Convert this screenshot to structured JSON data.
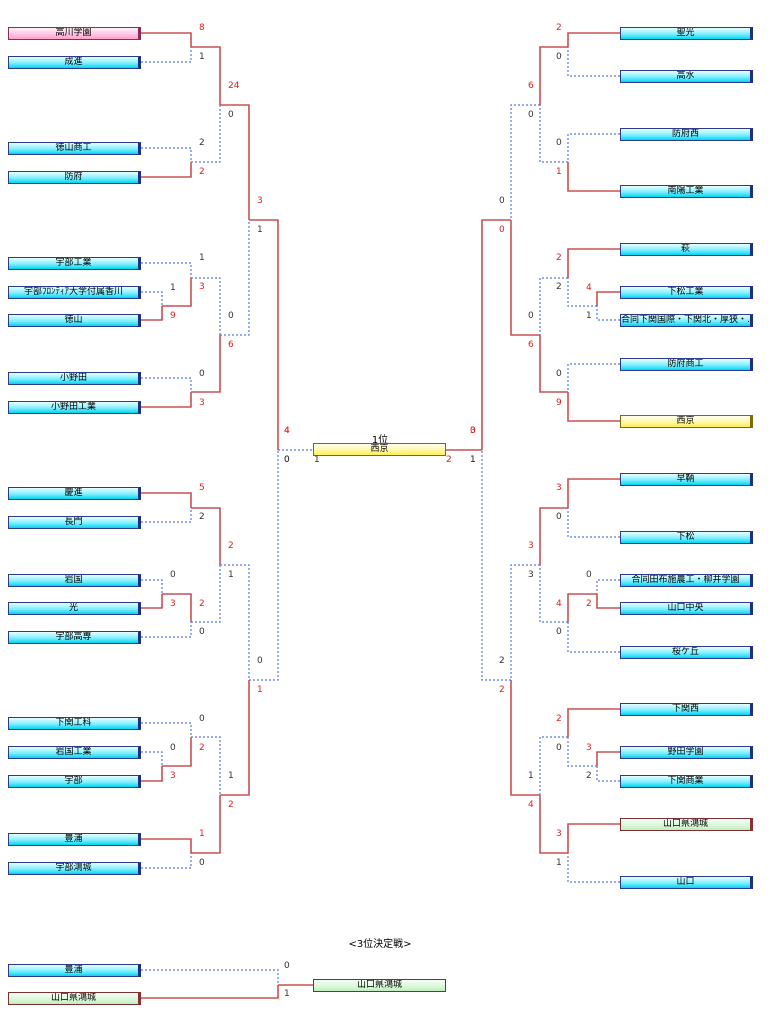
{
  "left_bracket": {
    "teams": [
      "高川学園",
      "成進",
      "徳山商工",
      "防府",
      "宇部工業",
      "宇部ﾌﾛﾝﾃｨｱ大学付属香川",
      "徳山",
      "小野田",
      "小野田工業",
      "慶進",
      "長門",
      "岩国",
      "光",
      "宇部高専",
      "下関工科",
      "岩国工業",
      "宇部",
      "豊浦",
      "宇部鴻城"
    ],
    "scores": [
      "8",
      "1",
      "24",
      "0",
      "2",
      "2",
      "3",
      "1",
      "1",
      "1",
      "3",
      "9",
      "0",
      "6",
      "0",
      "3",
      "4",
      "0",
      "5",
      "2",
      "2",
      "0",
      "1",
      "3",
      "2",
      "0",
      "0",
      "1",
      "0",
      "0",
      "2",
      "3",
      "1",
      "2",
      "1",
      "0"
    ]
  },
  "right_bracket": {
    "teams": [
      "聖光",
      "高水",
      "防府西",
      "南陽工業",
      "萩",
      "下松工業",
      "合同下関国際・下関北・厚狭・…",
      "防府商工",
      "西京",
      "早鞆",
      "下松",
      "合同田布施農工・柳井学園",
      "山口中央",
      "桜ケ丘",
      "下関西",
      "野田学園",
      "下関商業",
      "山口県鴻城",
      "山口"
    ],
    "scores": [
      "2",
      "0",
      "6",
      "0",
      "0",
      "1",
      "0",
      "2",
      "2",
      "0",
      "4",
      "1",
      "0",
      "6",
      "0",
      "9",
      "3",
      "3",
      "0",
      "3",
      "0",
      "0",
      "4",
      "2",
      "0",
      "2",
      "2",
      "2",
      "0",
      "3",
      "2",
      "1",
      "4",
      "3",
      "1",
      "1"
    ]
  },
  "final": {
    "title": "1位",
    "winner": "西京",
    "scores": [
      "4",
      "0",
      "1",
      "3",
      "2",
      "1"
    ]
  },
  "third_place": {
    "title": "<3位決定戦>",
    "teams": [
      "豊浦",
      "山口県鴻城"
    ],
    "winner": "山口県鴻城",
    "scores": [
      "0",
      "1"
    ]
  },
  "colors": {
    "win_line": "#c85050",
    "lose_line": "#5577dd",
    "win_text": "#e02020"
  }
}
